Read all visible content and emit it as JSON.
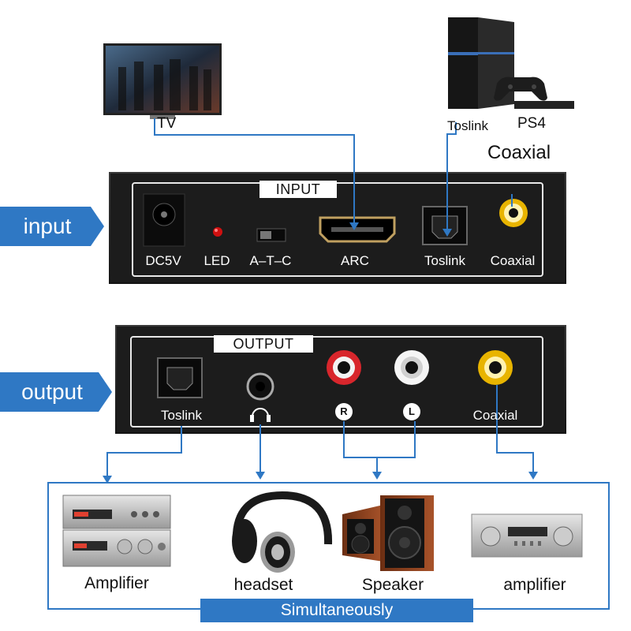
{
  "sources": {
    "tv_label": "TV",
    "toslink_label": "Toslink",
    "ps4_label": "PS4",
    "coaxial_label": "Coaxial"
  },
  "side_tags": {
    "input": "input",
    "output": "output"
  },
  "input_panel": {
    "title": "INPUT",
    "ports": [
      "DC5V",
      "LED",
      "A–T–C",
      "ARC",
      "Toslink",
      "Coaxial"
    ]
  },
  "output_panel": {
    "title": "OUTPUT",
    "ports": {
      "toslink": "Toslink",
      "right": "R",
      "left": "L",
      "coaxial": "Coaxial"
    }
  },
  "destinations": [
    "Amplifier",
    "headset",
    "Speaker",
    "amplifier"
  ],
  "banner": "Simultaneously",
  "colors": {
    "accent_blue": "#2f78c4",
    "device_black": "#1a1a1a",
    "rca_red": "#d8262c",
    "rca_yellow": "#e8b400",
    "led_red": "#d01010"
  }
}
